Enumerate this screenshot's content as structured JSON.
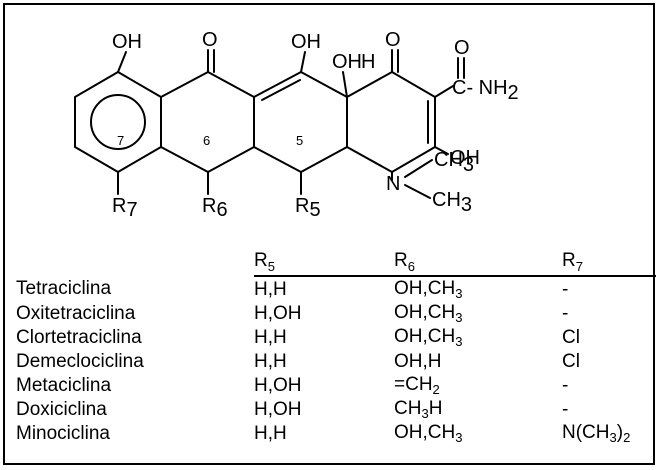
{
  "structure": {
    "labels": {
      "oh_left": "OH",
      "o_ring_b": "O",
      "oh_mid": "OH",
      "oh_junction": "OH",
      "h_junction": "H",
      "o_ring_d": "O",
      "o_amide": "O",
      "amide": "C- NH",
      "amide_sub": "2",
      "oh_ring_d": "OH",
      "pos_7": "7",
      "pos_6": "6",
      "pos_5": "5",
      "r7": "R",
      "r7_sub": "7",
      "r6": "R",
      "r6_sub": "6",
      "r5": "R",
      "r5_sub": "5",
      "n": "N",
      "ch3_top": "CH",
      "ch3_top_sub": "3",
      "ch3_bottom": "CH",
      "ch3_bottom_sub": "3"
    }
  },
  "table": {
    "headers": [
      {
        "base": "R",
        "sub": "5"
      },
      {
        "base": "R",
        "sub": "6"
      },
      {
        "base": "R",
        "sub": "7"
      }
    ],
    "rows": [
      {
        "name": "Tetraciclina",
        "r5": "H,H",
        "r6": [
          [
            "OH,CH",
            ""
          ],
          [
            "3",
            "sub"
          ]
        ],
        "r7": [
          [
            "-",
            ""
          ]
        ]
      },
      {
        "name": "Oxitetraciclina",
        "r5": "H,OH",
        "r6": [
          [
            "OH,CH",
            ""
          ],
          [
            "3",
            "sub"
          ]
        ],
        "r7": [
          [
            "-",
            ""
          ]
        ]
      },
      {
        "name": "Clortetraciclina",
        "r5": "H,H",
        "r6": [
          [
            "OH,CH",
            ""
          ],
          [
            "3",
            "sub"
          ]
        ],
        "r7": [
          [
            "Cl",
            ""
          ]
        ]
      },
      {
        "name": "Demeclociclina",
        "r5": "H,H",
        "r6": [
          [
            "OH,H",
            ""
          ]
        ],
        "r7": [
          [
            "Cl",
            ""
          ]
        ]
      },
      {
        "name": "Metaciclina",
        "r5": "H,OH",
        "r6": [
          [
            "=CH",
            ""
          ],
          [
            "2",
            "sub"
          ]
        ],
        "r7": [
          [
            "-",
            ""
          ]
        ]
      },
      {
        "name": "Doxiciclina",
        "r5": "H,OH",
        "r6": [
          [
            "CH",
            ""
          ],
          [
            "3",
            "sub"
          ],
          [
            "H",
            ""
          ]
        ],
        "r7": [
          [
            "-",
            ""
          ]
        ]
      },
      {
        "name": "Minociclina",
        "r5": "H,H",
        "r6": [
          [
            "OH,CH",
            ""
          ],
          [
            "3",
            "sub"
          ]
        ],
        "r7": [
          [
            "N(CH",
            ""
          ],
          [
            "3",
            "sub"
          ],
          [
            ")",
            ""
          ],
          [
            "2",
            "sub"
          ]
        ]
      }
    ]
  }
}
